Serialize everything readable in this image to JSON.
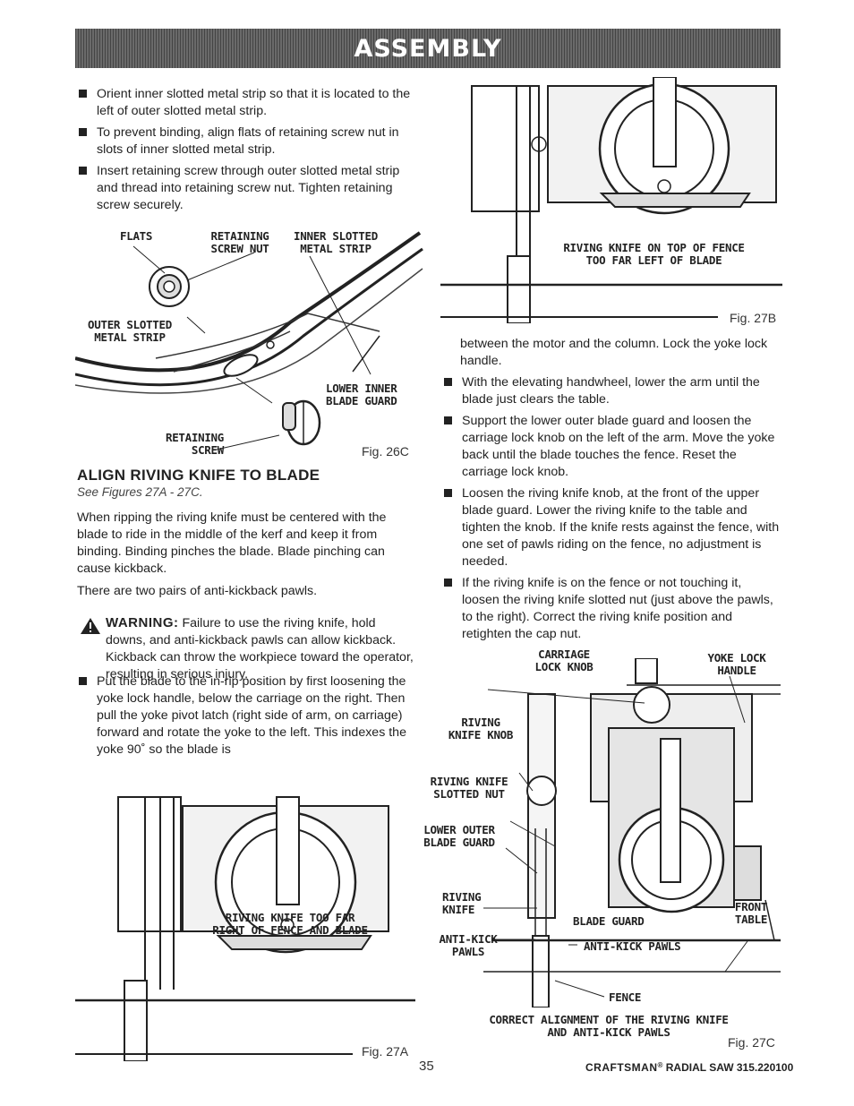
{
  "header": {
    "title": "ASSEMBLY"
  },
  "left_bullets": [
    "Orient inner slotted metal strip so that it is located to the left of outer slotted metal strip.",
    "To prevent binding, align flats of retaining screw nut in slots of inner slotted metal strip.",
    "Insert retaining screw through outer slotted metal strip and thread into retaining screw nut. Tighten retaining screw securely."
  ],
  "fig26c": {
    "flats": "FLATS",
    "retaining_nut_1": "RETAINING",
    "retaining_nut_2": "SCREW NUT",
    "inner_strip_1": "INNER SLOTTED",
    "inner_strip_2": "METAL STRIP",
    "outer_strip_1": "OUTER SLOTTED",
    "outer_strip_2": "METAL STRIP",
    "lower_guard_1": "LOWER INNER",
    "lower_guard_2": "BLADE GUARD",
    "retaining_screw_1": "RETAINING",
    "retaining_screw_2": "SCREW",
    "caption": "Fig. 26C"
  },
  "section": {
    "title": "ALIGN RIVING KNIFE TO BLADE",
    "subtitle": "See Figures 27A - 27C.",
    "para1": "When ripping the riving knife must be centered with the blade to ride in the middle of the kerf and keep it from binding. Binding pinches the blade. Blade pinching can cause kickback.",
    "para2": "There are two pairs of anti-kickback pawls.",
    "warning_label": "WARNING:",
    "warning_text": "Failure to use the riving knife, hold downs, and anti-kickback pawls can allow kickback. Kickback can throw the workpiece toward the operator, resulting in serious injury.",
    "bullet_yoke": "Put the blade to the in-rip position by first loosening the yoke lock handle, below the carriage on the right. Then pull the yoke pivot latch (right side of arm, on carriage) forward and rotate the yoke to the left. This indexes the yoke 90˚ so the blade is"
  },
  "fig27a": {
    "label_1": "RIVING KNIFE TOO FAR",
    "label_2": "RIGHT OF FENCE AND BLADE",
    "caption": "Fig. 27A"
  },
  "fig27b": {
    "label_1": "RIVING KNIFE ON TOP OF FENCE",
    "label_2": "TOO FAR LEFT OF BLADE",
    "caption": "Fig. 27B"
  },
  "right_col": {
    "continuation": "between the motor and the column. Lock the yoke lock handle.",
    "bullets": [
      "With the elevating handwheel, lower the arm until the blade just clears the table.",
      "Support the lower outer blade guard and loosen the carriage lock knob on the left of the arm. Move the yoke back until the blade touches the fence. Reset the carriage lock knob.",
      "Loosen the riving knife knob, at the front of the upper blade guard. Lower the riving knife to the table and tighten the knob. If the knife rests against the fence, with one set of pawls riding on the fence, no adjustment is needed.",
      "If the riving knife is on the fence or not touching it, loosen the riving knife slotted nut (just above the pawls, to the right). Correct the riving knife position and retighten the cap nut."
    ]
  },
  "fig27c": {
    "carriage_1": "CARRIAGE",
    "carriage_2": "LOCK KNOB",
    "yoke_1": "YOKE LOCK",
    "yoke_2": "HANDLE",
    "knob_1": "RIVING",
    "knob_2": "KNIFE KNOB",
    "nut_1": "RIVING KNIFE",
    "nut_2": "SLOTTED NUT",
    "guard_1": "LOWER OUTER",
    "guard_2": "BLADE GUARD",
    "knife_1": "RIVING",
    "knife_2": "KNIFE",
    "blade_guard": "BLADE GUARD",
    "front_1": "FRONT",
    "front_2": "TABLE",
    "antikick_1": "ANTI-KICK",
    "antikick_2": "PAWLS",
    "antikick_pawls": "ANTI-KICK PAWLS",
    "fence": "FENCE",
    "caption_1": "CORRECT ALIGNMENT OF THE RIVING KNIFE",
    "caption_2": "AND ANTI-KICK PAWLS",
    "caption": "Fig. 27C"
  },
  "footer": {
    "page_number": "35",
    "brand": "CRAFTSMAN",
    "brand_suffix": "®",
    "model": "RADIAL SAW 315.220100"
  }
}
